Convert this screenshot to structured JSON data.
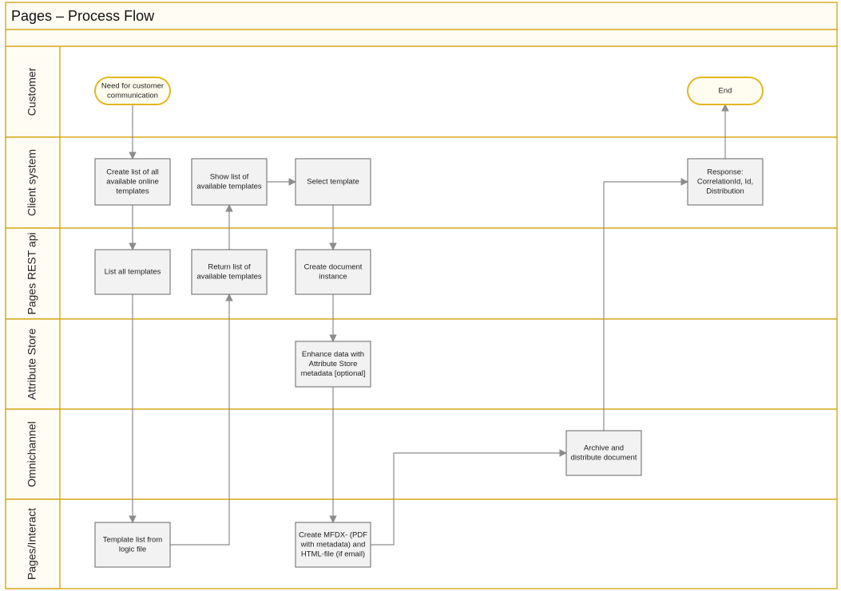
{
  "title": "Pages – Process Flow",
  "colors": {
    "frame": "#d6a91e",
    "terminator_border": "#e3b623",
    "box_fill": "#f2f2f2",
    "arrow": "#8c8c8c"
  },
  "lanes": [
    {
      "id": "customer",
      "label": "Customer"
    },
    {
      "id": "client",
      "label": "Client system"
    },
    {
      "id": "rest",
      "label": "Pages REST api"
    },
    {
      "id": "attr",
      "label": "Attribute Store"
    },
    {
      "id": "omni",
      "label": "Omnichannel"
    },
    {
      "id": "interact",
      "label": "Pages/Interact"
    }
  ],
  "nodes": [
    {
      "id": "need",
      "shape": "terminator",
      "lines": [
        "Need for customer",
        "communication"
      ]
    },
    {
      "id": "end",
      "shape": "terminator",
      "lines": [
        "End"
      ]
    },
    {
      "id": "create_list",
      "shape": "process",
      "lines": [
        "Create list of all",
        "available online",
        "templates"
      ]
    },
    {
      "id": "show_list",
      "shape": "process",
      "lines": [
        "Show list of",
        "available templates"
      ]
    },
    {
      "id": "select",
      "shape": "process",
      "lines": [
        "Select template"
      ]
    },
    {
      "id": "response",
      "shape": "process",
      "lines": [
        "Response:",
        "CorrelationId, Id,",
        "Distribution"
      ]
    },
    {
      "id": "list_all",
      "shape": "process",
      "lines": [
        "List all templates"
      ]
    },
    {
      "id": "return_list",
      "shape": "process",
      "lines": [
        "Return list of",
        "available templates"
      ]
    },
    {
      "id": "create_doc",
      "shape": "process",
      "lines": [
        "Create document",
        "instance"
      ]
    },
    {
      "id": "enhance",
      "shape": "process",
      "lines": [
        "Enhance data with",
        "Attribute Store",
        "metadata [optional]"
      ]
    },
    {
      "id": "archive",
      "shape": "process",
      "lines": [
        "Archive and",
        "distribute document"
      ]
    },
    {
      "id": "tpl_logic",
      "shape": "process",
      "lines": [
        "Template list from",
        "logic file"
      ]
    },
    {
      "id": "mfdx",
      "shape": "process",
      "lines": [
        "Create MFDX- (PDF",
        "with metadata)  and",
        "HTML-file (if email)"
      ]
    }
  ],
  "edges": [
    {
      "from": "need",
      "to": "create_list"
    },
    {
      "from": "create_list",
      "to": "list_all"
    },
    {
      "from": "list_all",
      "to": "tpl_logic"
    },
    {
      "from": "tpl_logic",
      "to": "return_list"
    },
    {
      "from": "return_list",
      "to": "show_list"
    },
    {
      "from": "show_list",
      "to": "select"
    },
    {
      "from": "select",
      "to": "create_doc"
    },
    {
      "from": "create_doc",
      "to": "enhance"
    },
    {
      "from": "enhance",
      "to": "mfdx"
    },
    {
      "from": "mfdx",
      "to": "archive"
    },
    {
      "from": "archive",
      "to": "response"
    },
    {
      "from": "response",
      "to": "end"
    }
  ]
}
